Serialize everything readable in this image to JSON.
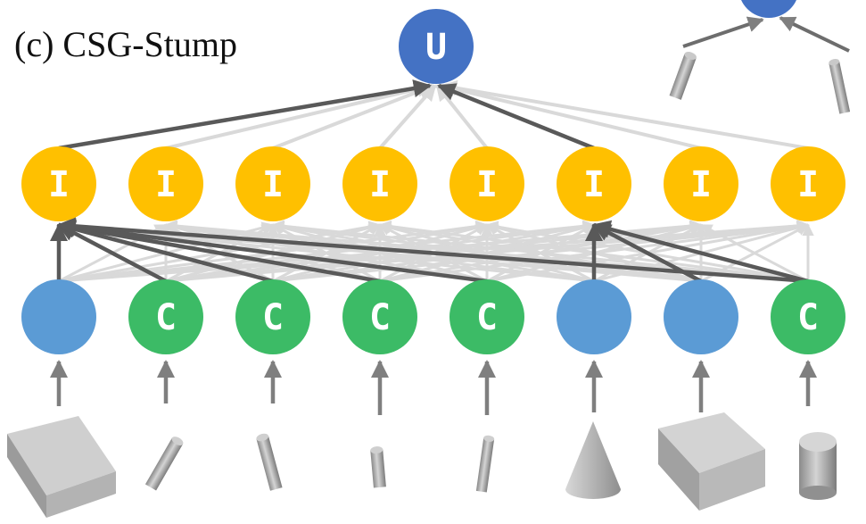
{
  "title": "(c) CSG-Stump",
  "union_node": {
    "label": "U",
    "color": "#4472C4"
  },
  "intersection_layer": {
    "label": "I",
    "color": "#FFC000",
    "count": 8
  },
  "primitive_layer": {
    "nodes": [
      {
        "label": "",
        "color": "#5B9BD5",
        "shape": "box"
      },
      {
        "label": "C",
        "color": "#3CBB66",
        "shape": "thin-cylinder"
      },
      {
        "label": "C",
        "color": "#3CBB66",
        "shape": "thin-cylinder"
      },
      {
        "label": "C",
        "color": "#3CBB66",
        "shape": "thin-cylinder"
      },
      {
        "label": "C",
        "color": "#3CBB66",
        "shape": "thin-cylinder"
      },
      {
        "label": "",
        "color": "#5B9BD5",
        "shape": "cone"
      },
      {
        "label": "",
        "color": "#5B9BD5",
        "shape": "box"
      },
      {
        "label": "C",
        "color": "#3CBB66",
        "shape": "cylinder"
      }
    ]
  },
  "active_union_inputs": [
    0,
    5
  ],
  "active_intersection_links": [
    {
      "to": 0,
      "from": [
        0,
        1,
        2,
        3,
        4,
        7
      ]
    },
    {
      "to": 5,
      "from": [
        5,
        6,
        7
      ]
    }
  ],
  "colors": {
    "active_edge": "#595959",
    "inactive_edge": "#D9D9D9",
    "input_arrow": "#7F7F7F"
  }
}
